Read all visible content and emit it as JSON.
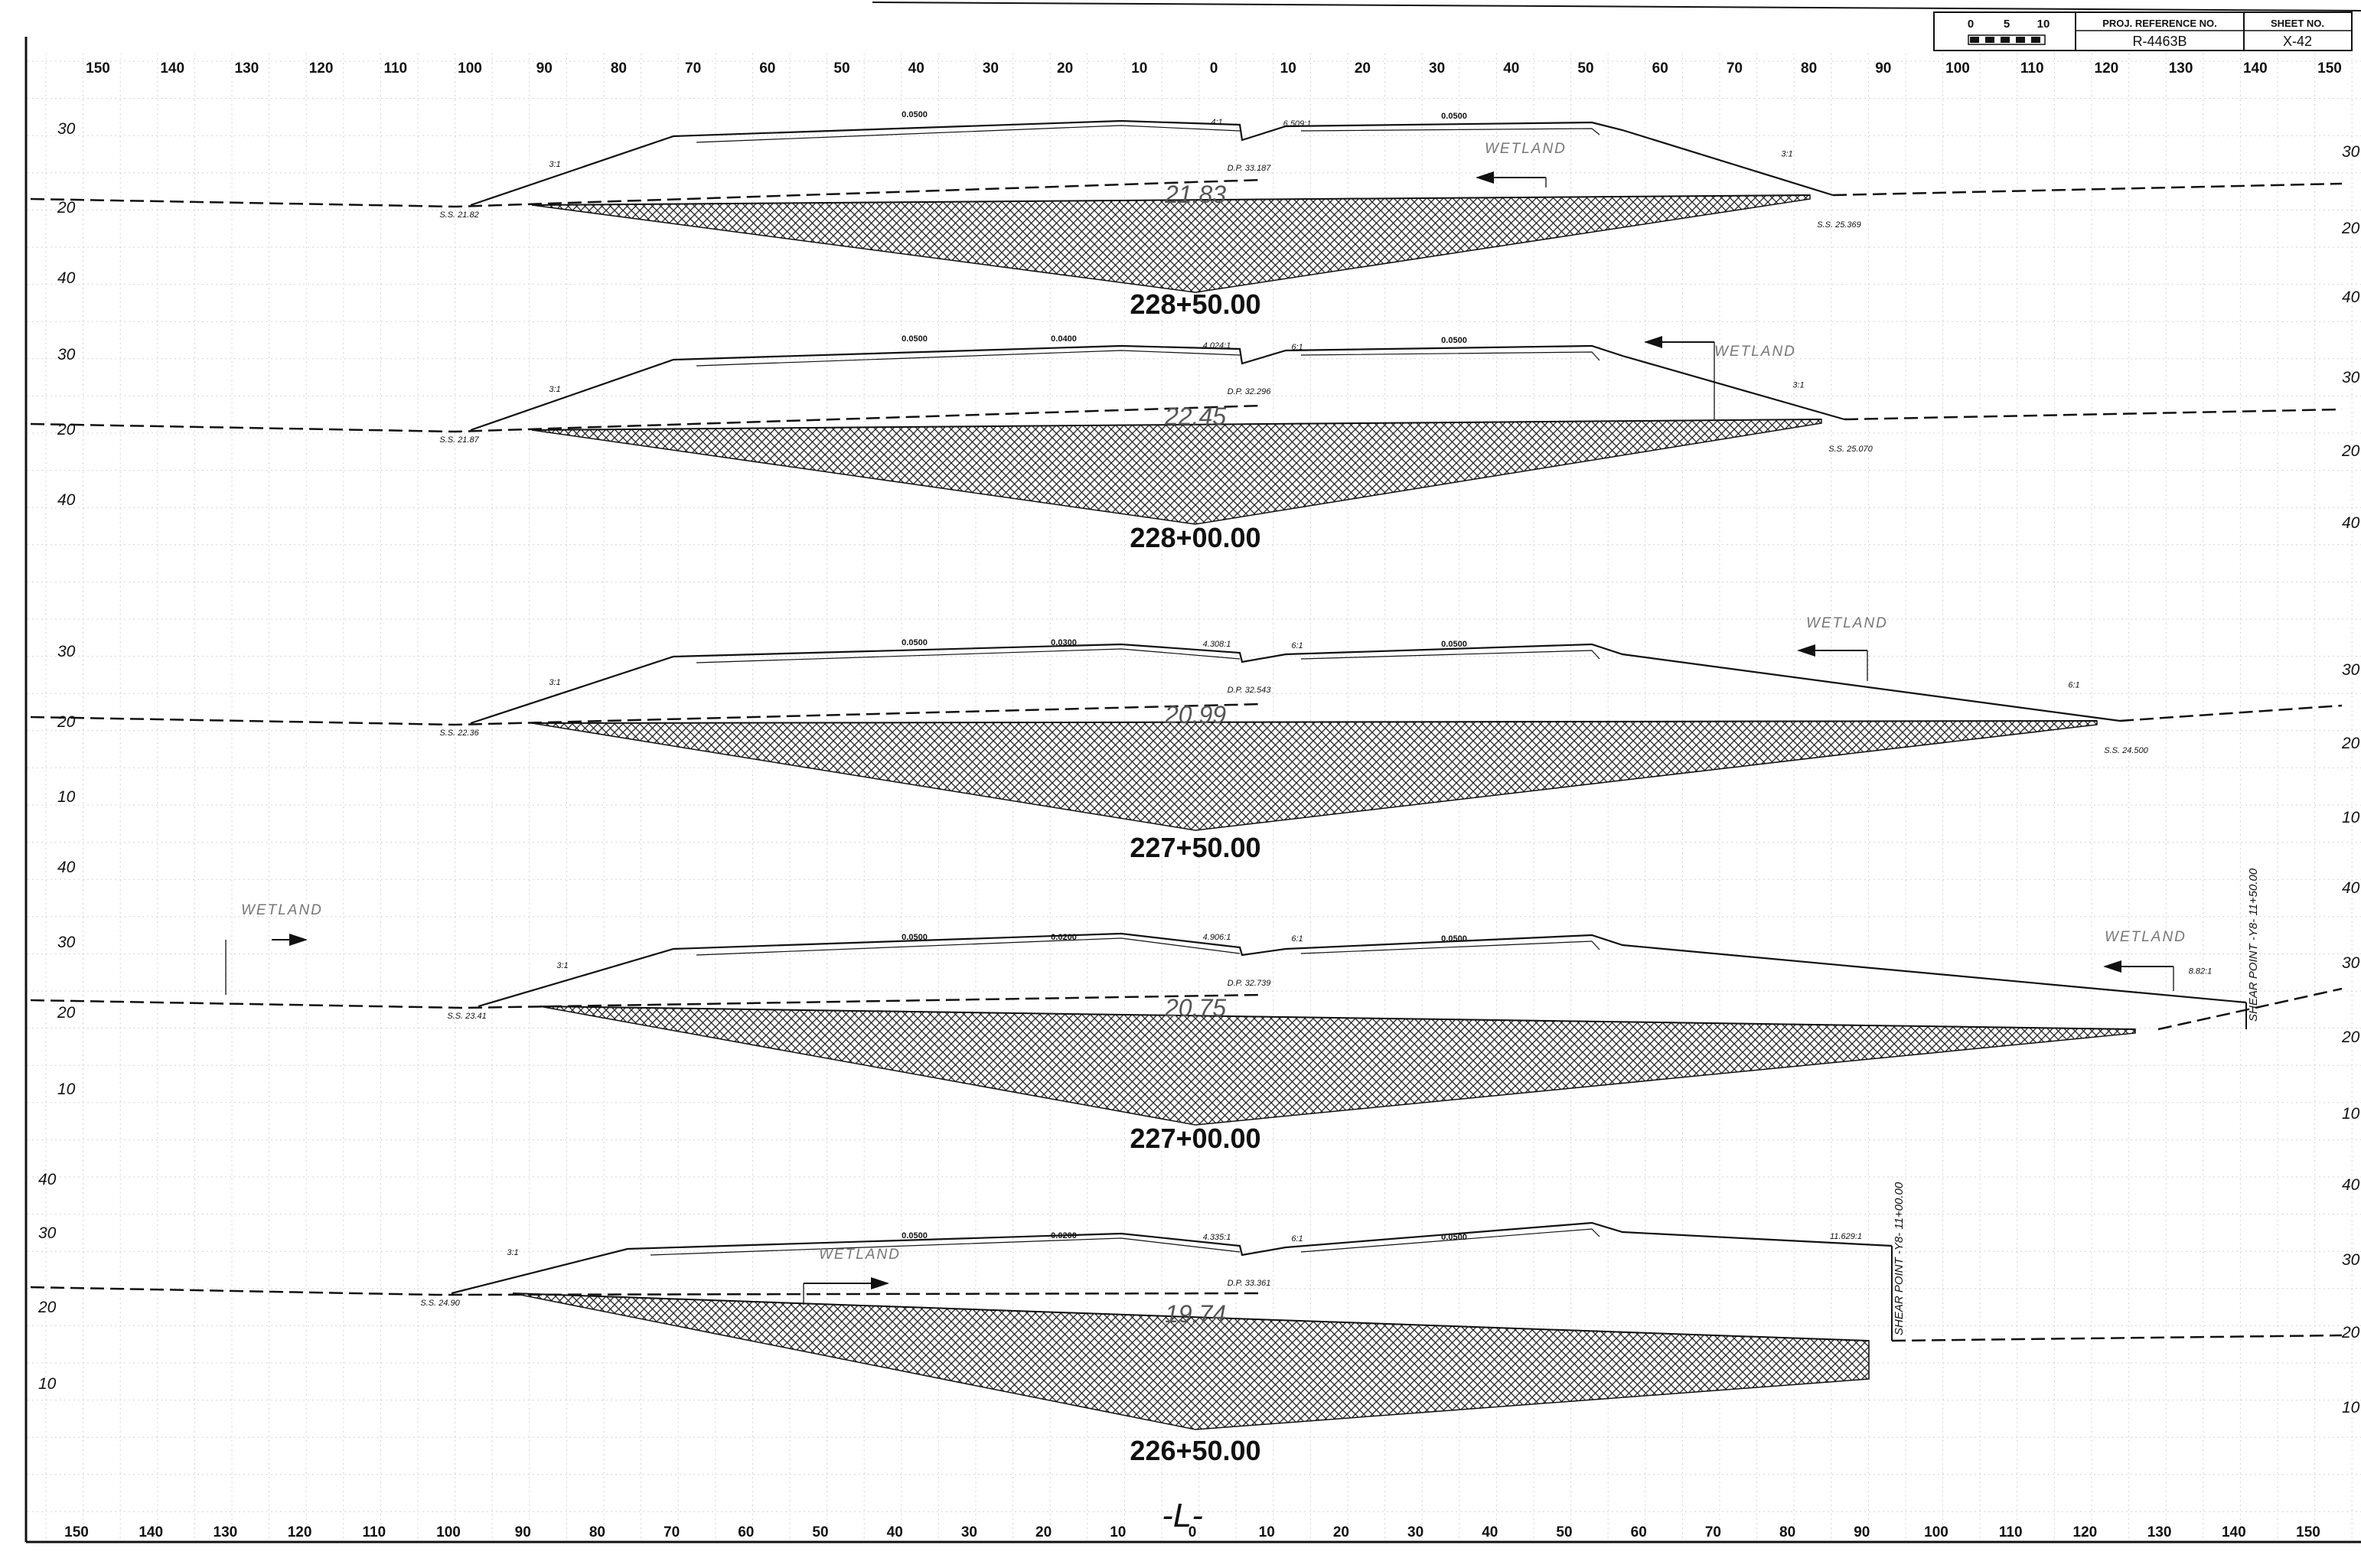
{
  "drawing": {
    "title_block": {
      "scale_ticks": [
        "0",
        "5",
        "10"
      ],
      "proj_ref_label": "PROJ. REFERENCE NO.",
      "proj_ref_value": "R-4463B",
      "sheet_label": "SHEET NO.",
      "sheet_value": "X-42"
    },
    "top_axis": [
      "150",
      "140",
      "130",
      "120",
      "110",
      "100",
      "90",
      "80",
      "70",
      "60",
      "50",
      "40",
      "30",
      "20",
      "10",
      "0",
      "10",
      "20",
      "30",
      "40",
      "50",
      "60",
      "70",
      "80",
      "90",
      "100",
      "110",
      "120",
      "130",
      "140",
      "150"
    ],
    "bottom_axis": [
      "150",
      "140",
      "130",
      "120",
      "110",
      "100",
      "90",
      "80",
      "70",
      "60",
      "50",
      "40",
      "30",
      "20",
      "10",
      "0",
      "10",
      "20",
      "30",
      "40",
      "50",
      "60",
      "70",
      "80",
      "90",
      "100",
      "110",
      "120",
      "130",
      "140",
      "150"
    ],
    "alignment_label": "-L-",
    "sections": [
      {
        "station": "228+50.00",
        "area": "21.83",
        "elev_left": [
          "30",
          "20",
          "40"
        ],
        "elev_right": [
          "30",
          "20",
          "40"
        ],
        "dp": "D.P. 33.187",
        "ss_left": "S.S. 21.82",
        "ss_right": "S.S. 25.369",
        "grades": [
          "0.0500",
          "0.0500"
        ],
        "slopes": [
          "3:1",
          "3:1",
          "4:1",
          "6.509:1"
        ],
        "wetland": "WETLAND"
      },
      {
        "station": "228+00.00",
        "area": "22.45",
        "elev_left": [
          "30",
          "20",
          "40"
        ],
        "elev_right": [
          "30",
          "20",
          "40"
        ],
        "dp": "D.P. 32.296",
        "ss_left": "S.S. 21.87",
        "ss_right": "S.S. 25.070",
        "grades": [
          "0.0500",
          "0.0400",
          "0.0500"
        ],
        "slopes": [
          "3:1",
          "3:1",
          "4.024:1",
          "6:1"
        ],
        "wetland": "WETLAND"
      },
      {
        "station": "227+50.00",
        "area": "20.99",
        "elev_left": [
          "30",
          "20",
          "10"
        ],
        "elev_right": [
          "30",
          "20",
          "10"
        ],
        "dp": "D.P. 32.543",
        "ss_left": "S.S. 22.36",
        "ss_right": "S.S. 24.500",
        "grades": [
          "0.0500",
          "0.0300",
          "0.0500"
        ],
        "slopes": [
          "3:1",
          "6:1",
          "4.308:1",
          "6:1"
        ],
        "wetland": "WETLAND"
      },
      {
        "station": "227+00.00",
        "area": "20.75",
        "elev_left": [
          "40",
          "30",
          "20",
          "10"
        ],
        "elev_right": [
          "40",
          "30",
          "20",
          "10"
        ],
        "dp": "D.P. 32.739",
        "ss_left": "S.S. 23.41",
        "ss_right": "",
        "grades": [
          "0.0500",
          "0.0200",
          "0.0500"
        ],
        "slopes": [
          "3:1",
          "8.82:1",
          "4.906:1",
          "6:1"
        ],
        "wetland": "WETLAND",
        "wetland_left": "WETLAND",
        "shear_point": "SHEAR POINT -Y8- 11+50.00"
      },
      {
        "station": "226+50.00",
        "area": "19.74",
        "elev_left": [
          "40",
          "30",
          "20",
          "10"
        ],
        "elev_right": [
          "40",
          "30",
          "20",
          "10"
        ],
        "dp": "D.P. 33.361",
        "ss_left": "S.S. 24.90",
        "ss_right": "",
        "grades": [
          "0.0500",
          "0.0200",
          "0.0500"
        ],
        "slopes": [
          "3:1",
          "11.629:1",
          "4.335:1",
          "6:1"
        ],
        "wetland": "WETLAND",
        "shear_point": "SHEAR POINT -Y8- 11+00.00"
      }
    ]
  }
}
